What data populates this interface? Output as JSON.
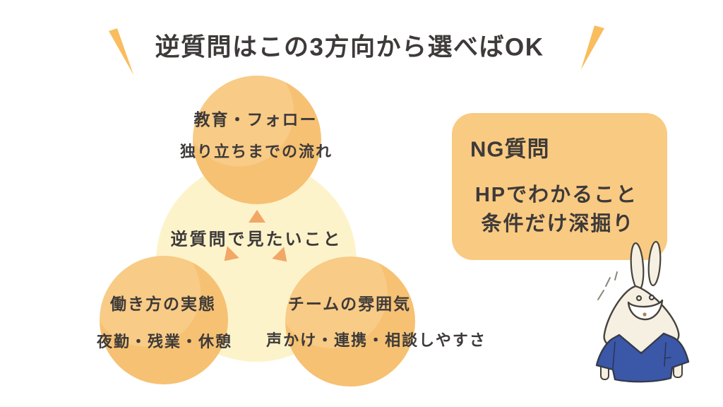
{
  "page": {
    "background": "#ffffff"
  },
  "title": {
    "text": "逆質問はこの3方向から選べばOK",
    "color": "#3e3a39",
    "accent_color": "#f9bd5e"
  },
  "diagram": {
    "center_label": "逆質問で見たいこと",
    "center_circle_color": "#fdf3cb",
    "node_circle_color": "#f6c173",
    "arrow_color": "#f1a765",
    "nodes": [
      {
        "position": "top",
        "title": "教育・フォロー",
        "detail": "独り立ちまでの流れ"
      },
      {
        "position": "bottom-left",
        "title": "働き方の実態",
        "detail": "夜勤・残業・休憩"
      },
      {
        "position": "bottom-right",
        "title": "チームの雰囲気",
        "detail": "声かけ・連携・相談しやすさ"
      }
    ]
  },
  "ng_panel": {
    "heading": "NG質問",
    "items": [
      "HPでわかること",
      "条件だけ深掘り"
    ],
    "background": "#f9ca82"
  },
  "mascot": {
    "description": "smiling rabbit wearing blue scrubs",
    "body_color": "#f6f0e2",
    "shirt_color": "#3b57a8"
  }
}
